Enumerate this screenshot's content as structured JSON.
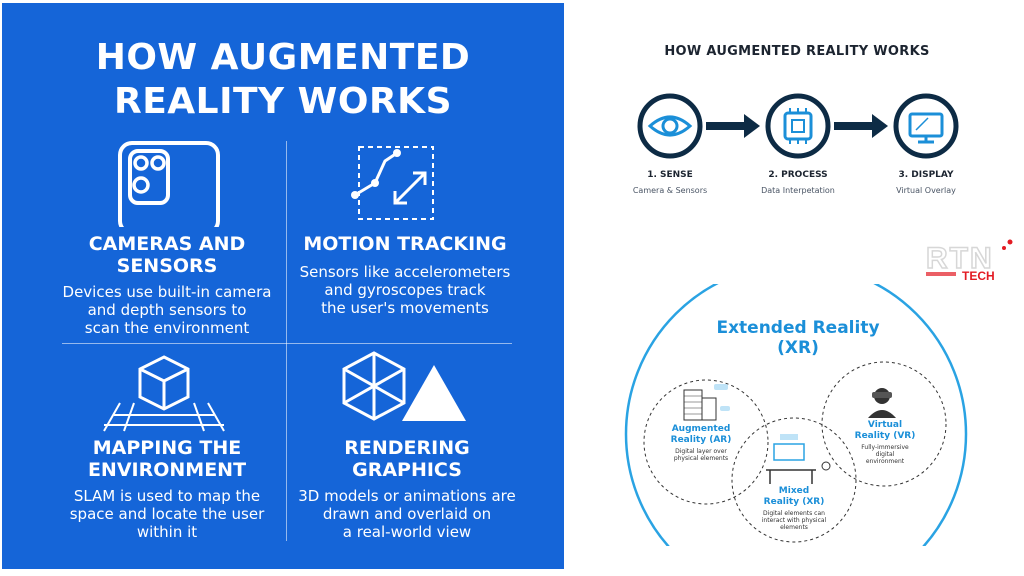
{
  "left_panel": {
    "title_line1": "HOW AUGMENTED",
    "title_line2": "REALITY WORKS",
    "cells": [
      {
        "head_line1": "CAMERAS AND",
        "head_line2": "SENSORS",
        "body_line1": "Devices use built-in camera",
        "body_line2": "and depth sensors to",
        "body_line3": "scan the environment",
        "icon": "smartphone-camera-icon"
      },
      {
        "head_line1": "MOTION TRACKING",
        "body_line1": "Sensors like accelerometers",
        "body_line2": "and gyroscopes track",
        "body_line3": "the user's movements",
        "icon": "motion-path-icon"
      },
      {
        "head_line1": "MAPPING THE",
        "head_line2": "ENVIRONMENT",
        "body_line1": "SLAM is used to map the",
        "body_line2": "space and locate the user",
        "body_line3": "within it",
        "icon": "cube-grid-icon"
      },
      {
        "head_line1": "RENDERING",
        "head_line2": "GRAPHICS",
        "body_line1": "3D models or animations are",
        "body_line2": "drawn and overlaid on",
        "body_line3": "a real-world view",
        "icon": "wireframe-mountain-icon"
      }
    ],
    "colors": {
      "background": "#1565d8",
      "text": "#ffffff"
    }
  },
  "process": {
    "title": "HOW AUGMENTED REALITY WORKS",
    "steps": [
      {
        "label": "1. SENSE",
        "sub": "Camera & Sensors",
        "icon": "eye-icon"
      },
      {
        "label": "2. PROCESS",
        "sub": "Data Interpetation",
        "icon": "chip-icon"
      },
      {
        "label": "3. DISPLAY",
        "sub": "Virtual Overlay",
        "icon": "monitor-icon"
      }
    ],
    "colors": {
      "circle": "#0d2b45",
      "arrow": "#0d2b45"
    }
  },
  "logo": {
    "text_top": "RTN",
    "text_bottom": "TECH",
    "accent": "#e31b23"
  },
  "xr": {
    "title_line1": "Extended Reality",
    "title_line2": "(XR)",
    "ar": {
      "line1": "Augmented",
      "line2": "Reality (AR)",
      "desc_line1": "Digital layer over",
      "desc_line2": "physical elements"
    },
    "vr": {
      "line1": "Virtual",
      "line2": "Reality (VR)",
      "desc_line1": "Fully-immersive",
      "desc_line2": "digital",
      "desc_line3": "environment"
    },
    "mr": {
      "line1": "Mixed",
      "line2": "Reality (XR)",
      "desc_line1": "Digital elements can",
      "desc_line2": "interact with physical",
      "desc_line3": "elements"
    },
    "colors": {
      "accent": "#1b8fd8",
      "outline": "#2aa3e3"
    }
  }
}
